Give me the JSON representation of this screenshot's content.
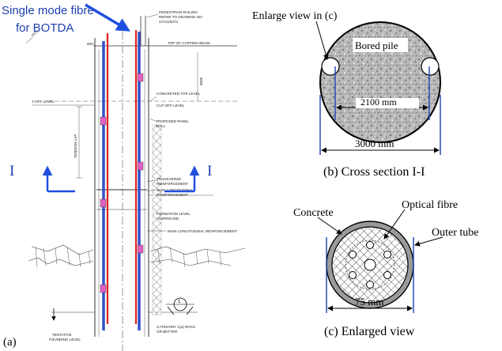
{
  "panel_a": {
    "label": "(a)",
    "annotation_line1": "Single mode fibre",
    "annotation_line2": "for BOTDA",
    "section_mark_left": "I",
    "section_mark_right": "I",
    "drawing_notes": {
      "railing": "PEDESTRIAN RAILING",
      "railing_ref1": "REFER TO DRAWING NO.",
      "railing_ref2": "24711/6372",
      "capping": "TOP OF CAPPING BEAM",
      "dim_top": "500",
      "concreted_top": "CONCRETED TOP LEVEL",
      "cut_off": "CUT-OFF LEVEL",
      "y_off": "Y-OFF LEVEL",
      "panel_wall1": "PROPOSED PANEL",
      "panel_wall2": "WALL",
      "transverse1": "TRANSVERSE",
      "transverse2": "REINFORCEMENT",
      "main_long1": "MAIN LONGITUDINAL",
      "main_long2": "REINFORCEMENT",
      "formation1": "FORMATION LEVEL",
      "formation2": "*SURROUND",
      "main_long_full": "MAIN LONGITUDINAL REINFORCEMENT",
      "tentative1": "TENTATIVE",
      "tentative2": "FOUNDING LEVEL",
      "category1": "CATEGORY 1(a) ROCK",
      "category2": "OR BETTER",
      "circle_num": "1"
    }
  },
  "panel_b": {
    "enlarge_label": "Enlarge view in (c)",
    "pile_label": "Bored pile",
    "inner_dim": "2100 mm",
    "outer_dim": "3000 mm",
    "caption": "(b) Cross section  I-I"
  },
  "panel_c": {
    "concrete_label": "Concrete",
    "fibre_label": "Optical fibre",
    "tube_label": "Outer tube",
    "dim": "75 mm",
    "caption": "(c) Enlarged view"
  },
  "colors": {
    "fibre_red": "#e02020",
    "blue": "#1f3fb0",
    "rebar_blue": "#3050c8",
    "marker_pink": "#e060c0",
    "arrow_blue": "#1f4fe0"
  }
}
